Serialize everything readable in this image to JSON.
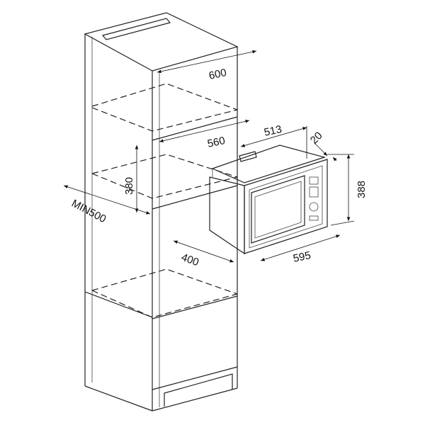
{
  "dimensions": {
    "cabinet_depth": "600",
    "niche_depth": "560",
    "niche_height": "380",
    "niche_width_min": "MIN500",
    "appliance_depth": "513",
    "frame_thickness": "20",
    "appliance_height": "388",
    "appliance_width": "595",
    "front_offset": "400"
  }
}
